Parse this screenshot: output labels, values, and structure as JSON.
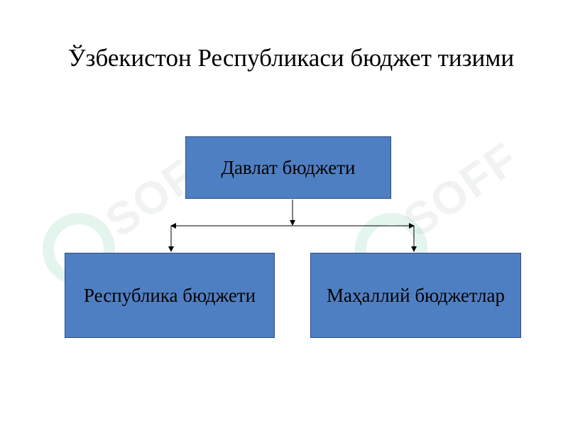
{
  "diagram": {
    "title": "Ўзбекистон Республикаси бюджет тизими",
    "nodes": {
      "root": "Давлат бюджети",
      "left": "Республика бюджети",
      "right": "Маҳаллий бюджетлар"
    },
    "edges": [
      [
        "root",
        "left"
      ],
      [
        "root",
        "right"
      ]
    ]
  },
  "watermark": {
    "text": "SOFF"
  },
  "colors": {
    "box_fill": "#4f7fc3",
    "box_border": "#2b4f86",
    "connector": "#000000"
  }
}
